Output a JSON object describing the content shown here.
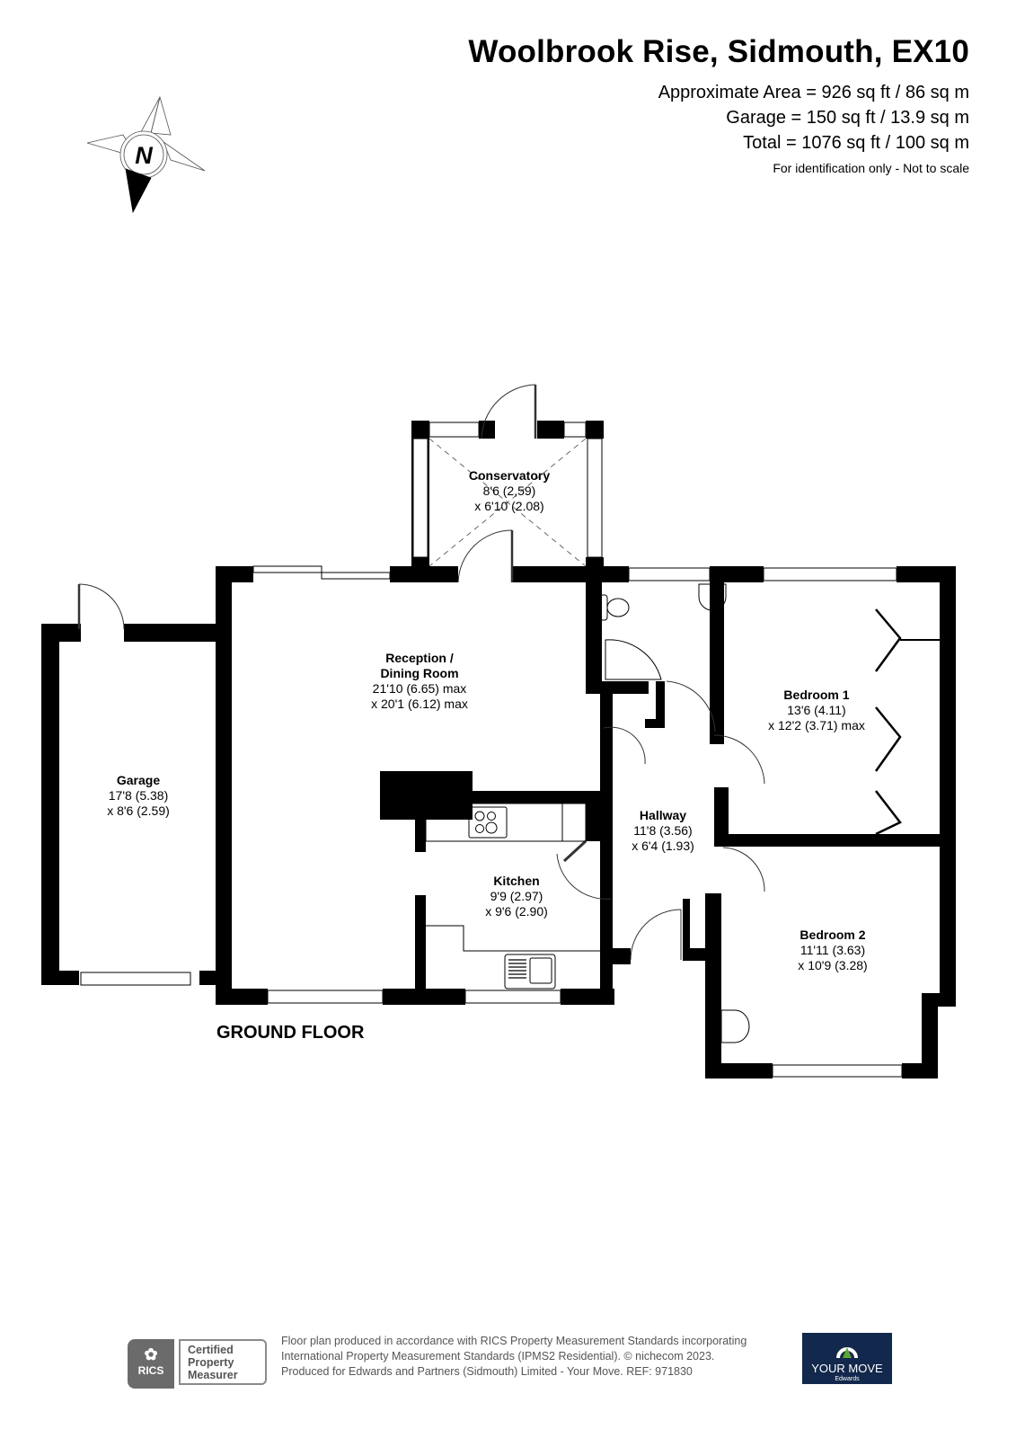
{
  "header": {
    "title": "Woolbrook Rise, Sidmouth, EX10",
    "area_line": "Approximate Area = 926 sq ft / 86 sq m",
    "garage_line": "Garage = 150 sq ft / 13.9 sq m",
    "total_line": "Total = 1076 sq ft / 100 sq m",
    "note": "For identification only - Not to scale"
  },
  "compass": {
    "label": "N",
    "icon": "north-compass-icon"
  },
  "floor_label": "GROUND FLOOR",
  "rooms": {
    "conservatory": {
      "name": "Conservatory",
      "dim1": "8'6 (2,59)",
      "dim2": "x 6'10 (2.08)"
    },
    "reception": {
      "name1": "Reception /",
      "name2": "Dining Room",
      "dim1": "21'10 (6.65) max",
      "dim2": "x 20'1 (6.12) max"
    },
    "garage": {
      "name": "Garage",
      "dim1": "17'8 (5.38)",
      "dim2": "x 8'6 (2.59)"
    },
    "bedroom1": {
      "name": "Bedroom 1",
      "dim1": "13'6 (4.11)",
      "dim2": "x 12'2 (3.71) max"
    },
    "hallway": {
      "name": "Hallway",
      "dim1": "11'8 (3.56)",
      "dim2": "x 6'4 (1.93)"
    },
    "kitchen": {
      "name": "Kitchen",
      "dim1": "9'9 (2.97)",
      "dim2": "x 9'6 (2.90)"
    },
    "bedroom2": {
      "name": "Bedroom 2",
      "dim1": "11'11 (3.63)",
      "dim2": "x 10'9 (3.28)"
    }
  },
  "footer": {
    "rics_mark": "RICS",
    "badge_line1": "Certified",
    "badge_line2": "Property",
    "badge_line3": "Measurer",
    "legal_line1": "Floor plan produced in accordance with RICS Property Measurement Standards incorporating",
    "legal_line2": "International Property Measurement Standards (IPMS2 Residential).   © nichecom 2023.",
    "legal_line3": "Produced for Edwards and Partners (Sidmouth) Limited - Your Move.    REF:  971830",
    "brand_name": "YOUR MOVE",
    "brand_sub": "Edwards",
    "brand_color": "#12284c",
    "brand_accent": "#5aa832",
    "rics_gray": "#6b6b6b"
  }
}
